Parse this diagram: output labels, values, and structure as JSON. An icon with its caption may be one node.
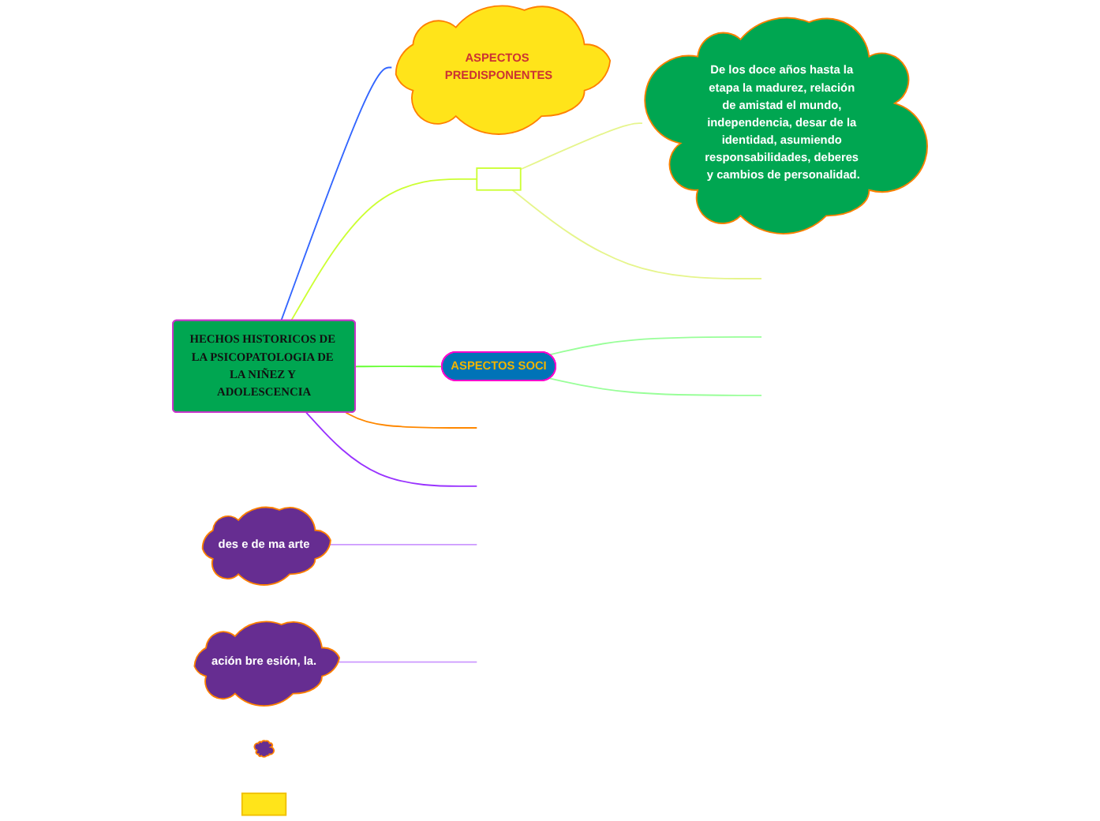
{
  "diagram": {
    "nodes": [
      {
        "text": [
          "HECHOS HISTORICOS DE LA PSICOPATOLOGIA DE LA NIÑEZ Y ADOLESCENCIA"
        ]
      },
      {
        "text": [
          "ASPECTOS PREDISPONENTES"
        ]
      },
      {
        "text": [],
        "shape": "box"
      },
      {
        "text": [
          "De los doce años hasta la etapa la madurez, relación de amistad el mundo, independencia, desar de la identidad, asumiendo responsabilidades, deberes y cambios de personalidad."
        ]
      },
      {
        "text": [
          "ASPECTOS SOCI"
        ]
      },
      {
        "text": [
          "des e de ma arte"
        ]
      },
      {
        "text": [
          "ación bre esión, la."
        ]
      },
      {
        "text": [],
        "shape": "cloud"
      },
      {
        "text": [],
        "shape": "box"
      }
    ],
    "edges": [
      {
        "from": 0,
        "to": 1,
        "arrow": "none",
        "color": "#3366ff"
      },
      {
        "from": 0,
        "to": null,
        "arrow": "none",
        "color": "#ff8800"
      },
      {
        "from": 0,
        "to": 2,
        "arrow": "none",
        "color": "#ccff33"
      },
      {
        "from": 2,
        "to": 3,
        "arrow": "none",
        "color": "#e6f58c"
      },
      {
        "from": 2,
        "to": null,
        "arrow": "none",
        "color": "#e6f58c"
      },
      {
        "from": 0,
        "to": 4,
        "arrow": "none",
        "color": "#66ff33"
      },
      {
        "from": 4,
        "to": null,
        "arrow": "none",
        "color": "#99ff99"
      },
      {
        "from": 4,
        "to": null,
        "arrow": "none",
        "color": "#99ff99"
      },
      {
        "from": 0,
        "to": null,
        "arrow": "none",
        "color": "#9933ff"
      },
      {
        "from": 5,
        "to": null,
        "arrow": "none",
        "color": "#cc99ff"
      },
      {
        "from": 6,
        "to": null,
        "arrow": "none",
        "color": "#cc99ff"
      }
    ]
  }
}
